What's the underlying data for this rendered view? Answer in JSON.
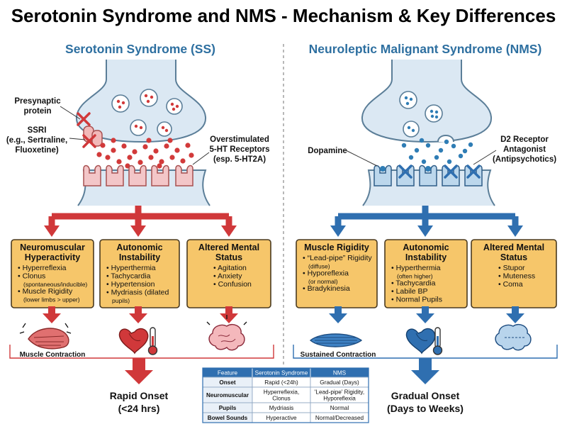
{
  "title": "Serotonin Syndrome and NMS - Mechanism & Key Differences",
  "ss": {
    "heading": "Serotonin Syndrome (SS)",
    "label_presynaptic": [
      "Presynaptic",
      "protein"
    ],
    "label_ssri": [
      "SSRI",
      "(e.g., Sertraline,",
      "Fluoxetine)"
    ],
    "label_receptors": [
      "Overstimulated",
      "5-HT Receptors",
      "(esp. 5-HT2A)"
    ],
    "boxes": [
      {
        "title": [
          "Neuromuscular",
          "Hyperactivity"
        ],
        "items": [
          [
            "• Hyperreflexia",
            "item"
          ],
          [
            "• Clonus",
            "item"
          ],
          [
            "(spontaneous/inducible)",
            "sub"
          ],
          [
            "• Muscle Rigidity",
            "item"
          ],
          [
            "(lower limbs > upper)",
            "sub"
          ]
        ]
      },
      {
        "title": [
          "Autonomic",
          "Instability"
        ],
        "items": [
          [
            "• Hyperthermia",
            "item"
          ],
          [
            "• Tachycardia",
            "item"
          ],
          [
            "• Hypertension",
            "item"
          ],
          [
            "• Mydriasis (dilated",
            "item"
          ],
          [
            "pupils)",
            "sub"
          ]
        ]
      },
      {
        "title": [
          "Altered Mental",
          "Status"
        ],
        "items": [
          [
            "• Agitation",
            "item"
          ],
          [
            "• Anxiety",
            "item"
          ],
          [
            "• Confusion",
            "item"
          ]
        ]
      }
    ],
    "footer": "Muscle Contraction",
    "onset": [
      "Rapid Onset",
      "(<24 hrs)"
    ],
    "colors": {
      "arrow": "#d0383a",
      "box": "#f6c66a",
      "box_border": "#5a4a2a",
      "receptor": "#f3c6c8",
      "dot": "#d23a3a"
    }
  },
  "nms": {
    "heading": "Neuroleptic Malignant Syndrome (NMS)",
    "label_dopamine": "Dopamine",
    "label_antagonist": [
      "D2 Receptor",
      "Antagonist",
      "(Antipsychotics)"
    ],
    "boxes": [
      {
        "title": [
          "Muscle Rigidity"
        ],
        "items": [
          [
            "• “Lead-pipe” Rigidity",
            "item"
          ],
          [
            "(diffuse)",
            "sub"
          ],
          [
            "• Hyporeflexia",
            "item"
          ],
          [
            "(or normal)",
            "sub"
          ],
          [
            "• Bradykinesia",
            "item"
          ]
        ]
      },
      {
        "title": [
          "Autonomic",
          "Instability"
        ],
        "items": [
          [
            "• Hyperthermia",
            "item"
          ],
          [
            "(often higher)",
            "sub"
          ],
          [
            "• Tachycardia",
            "item"
          ],
          [
            "• Labile BP",
            "item"
          ],
          [
            "• Normal Pupils",
            "item"
          ]
        ]
      },
      {
        "title": [
          "Altered Mental",
          "Status"
        ],
        "items": [
          [
            "• Stupor",
            "item"
          ],
          [
            "• Muteness",
            "item"
          ],
          [
            "• Coma",
            "item"
          ]
        ]
      }
    ],
    "footer": "Sustained Contraction",
    "onset": [
      "Gradual Onset",
      "(Days to Weeks)"
    ],
    "colors": {
      "arrow": "#2f6fb0",
      "box": "#f6c66a",
      "receptor": "#bcd7ec",
      "dot": "#2f7db5"
    }
  },
  "table": {
    "headers": [
      "Feature",
      "Serotonin Syndrome",
      "NMS"
    ],
    "rows": [
      [
        "Onset",
        [
          "Rapid (<24h)"
        ],
        [
          "Gradual (Days)"
        ]
      ],
      [
        "Neuromuscular",
        [
          "Hyperreflexia,",
          "Clonus"
        ],
        [
          "'Lead-pipe' Rigidity,",
          "Hyporeflexia"
        ]
      ],
      [
        "Pupils",
        [
          "Mydriasis"
        ],
        [
          "Normal"
        ]
      ],
      [
        "Bowel Sounds",
        [
          "Hyperactive"
        ],
        [
          "Normal/Decreased"
        ]
      ]
    ],
    "colors": {
      "header": "#2f6fb0"
    }
  },
  "icons": {
    "ss": [
      "muscle-contraction-icon",
      "heart-icon",
      "thermometer-icon",
      "brain-agitated-icon"
    ],
    "nms": [
      "muscle-sustained-icon",
      "heart-icon",
      "thermometer-icon",
      "brain-stupor-icon"
    ]
  }
}
